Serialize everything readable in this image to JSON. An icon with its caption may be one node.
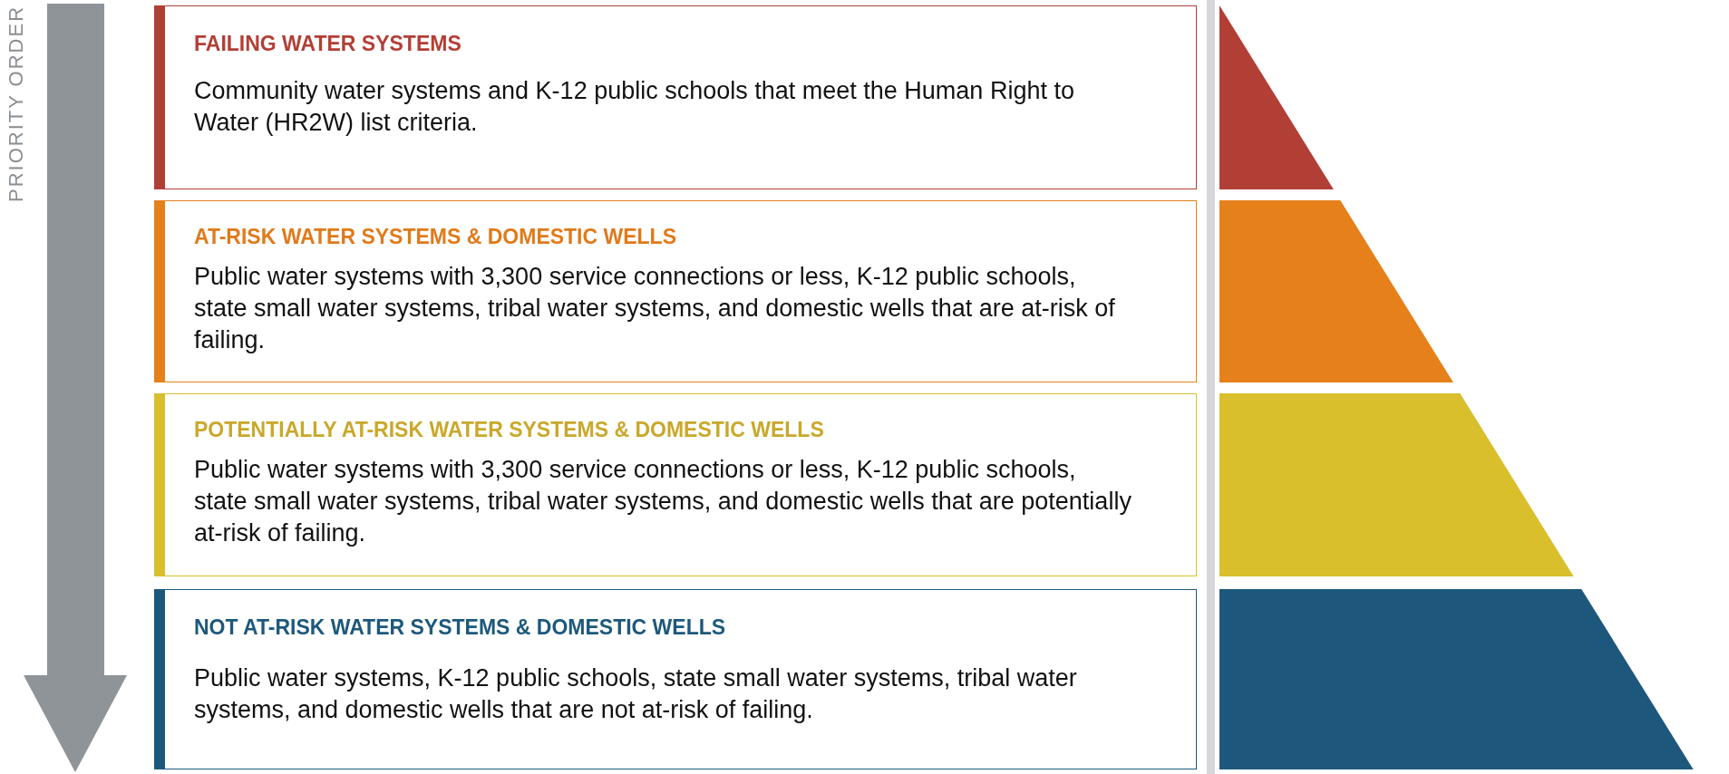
{
  "diagram": {
    "nodes": [
      {
        "text": [
          "FAILING WATER SYSTEMS",
          "Community water systems and K-12 public schools that meet the Human Right to Water (HR2W) list criteria."
        ]
      },
      {
        "text": [
          "AT-RISK WATER SYSTEMS & DOMESTIC WELLS",
          "Public water systems with 3,300 service connections or less, K-12 public schools, state small water systems, tribal water systems, and domestic wells that are at-risk of failing."
        ]
      },
      {
        "text": [
          "POTENTIALLY AT-RISK WATER SYSTEMS & DOMESTIC WELLS",
          "Public water systems with 3,300 service connections or less, K-12 public schools, state small water systems, tribal water systems, and domestic wells that are potentially at-risk of failing."
        ]
      },
      {
        "text": [
          "NOT AT-RISK WATER SYSTEMS & DOMESTIC WELLS",
          "Public water systems, K-12 public schools, state small water systems, tribal water systems, and domestic wells that are not at-risk of failing."
        ]
      }
    ],
    "labels": [
      "PRIORITY ORDER"
    ]
  }
}
